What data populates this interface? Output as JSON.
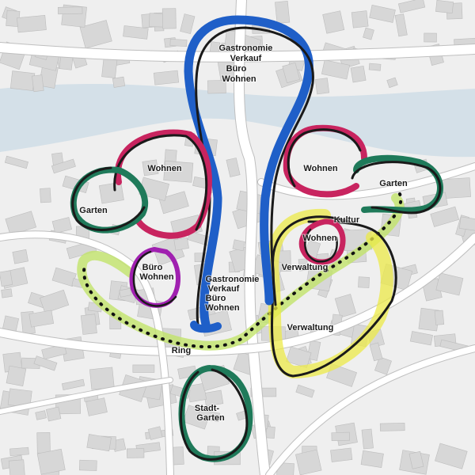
{
  "map": {
    "zones": [
      {
        "id": "north-commercial",
        "lines": [
          "Gastronomie",
          "Verkauf",
          "Büro",
          "Wohnen"
        ],
        "color": "#1f5fc8"
      },
      {
        "id": "wohnen-west",
        "lines": [
          "Wohnen"
        ],
        "color": "#c8245f"
      },
      {
        "id": "garten-west",
        "lines": [
          "Garten"
        ],
        "color": "#1f7a5a"
      },
      {
        "id": "wohnen-east",
        "lines": [
          "Wohnen"
        ],
        "color": "#c8245f"
      },
      {
        "id": "garten-east",
        "lines": [
          "Garten"
        ],
        "color": "#1f7a5a"
      },
      {
        "id": "kultur",
        "lines": [
          "Kultur"
        ],
        "color": "#1a1a1a"
      },
      {
        "id": "wohnen-center-east",
        "lines": [
          "Wohnen"
        ],
        "color": "#c8245f"
      },
      {
        "id": "verwaltung-north",
        "lines": [
          "Verwaltung"
        ],
        "color": "#e8e63a"
      },
      {
        "id": "buero-wohnen",
        "lines": [
          "Büro",
          "Wohnen"
        ],
        "color": "#a020b0"
      },
      {
        "id": "south-commercial",
        "lines": [
          "Gastronomie",
          "Verkauf",
          "Büro",
          "Wohnen"
        ],
        "color": "#1f5fc8"
      },
      {
        "id": "verwaltung-south",
        "lines": [
          "Verwaltung"
        ],
        "color": "#e8e63a"
      },
      {
        "id": "ring",
        "lines": [
          "Ring"
        ],
        "color": "#b8e05a"
      },
      {
        "id": "stadtgarten",
        "lines": [
          "Stadt-",
          "Garten"
        ],
        "color": "#1f7a5a"
      }
    ],
    "colors": {
      "background": "#efefef",
      "river": "#d4e0e8",
      "building": "#d7d7d7",
      "blue": "#1f5fc8",
      "magenta": "#c8245f",
      "green": "#1f7a5a",
      "yellow": "#ecea48",
      "lime": "#c2e46a",
      "purple": "#a020b0",
      "ink": "#1a1a1a"
    }
  }
}
